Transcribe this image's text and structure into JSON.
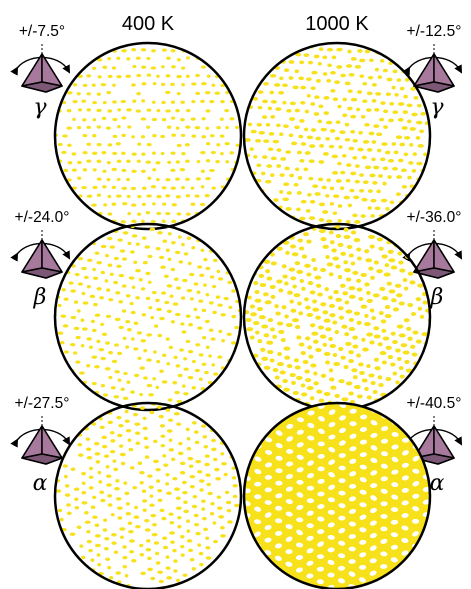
{
  "columns": [
    "400 K",
    "1000 K"
  ],
  "rows": [
    {
      "axis_label": "γ",
      "left_angle": "+/-7.5°",
      "right_angle": "+/-12.5°",
      "density_400K": 0.38,
      "density_1000K": 0.55
    },
    {
      "axis_label": "β",
      "left_angle": "+/-24.0°",
      "right_angle": "+/-36.0°",
      "density_400K": 0.4,
      "density_1000K": 0.7
    },
    {
      "axis_label": "α",
      "left_angle": "+/-27.5°",
      "right_angle": "+/-40.5°",
      "density_400K": 0.45,
      "density_1000K": 1.0
    }
  ],
  "colors": {
    "pattern_yellow": "#f7e11a",
    "molecule_fill": "#a6799d",
    "molecule_dark": "#7d5876",
    "outline": "#000000"
  },
  "icons": [
    "rotation-arc-icon",
    "tetrahedral-molecule-icon"
  ]
}
